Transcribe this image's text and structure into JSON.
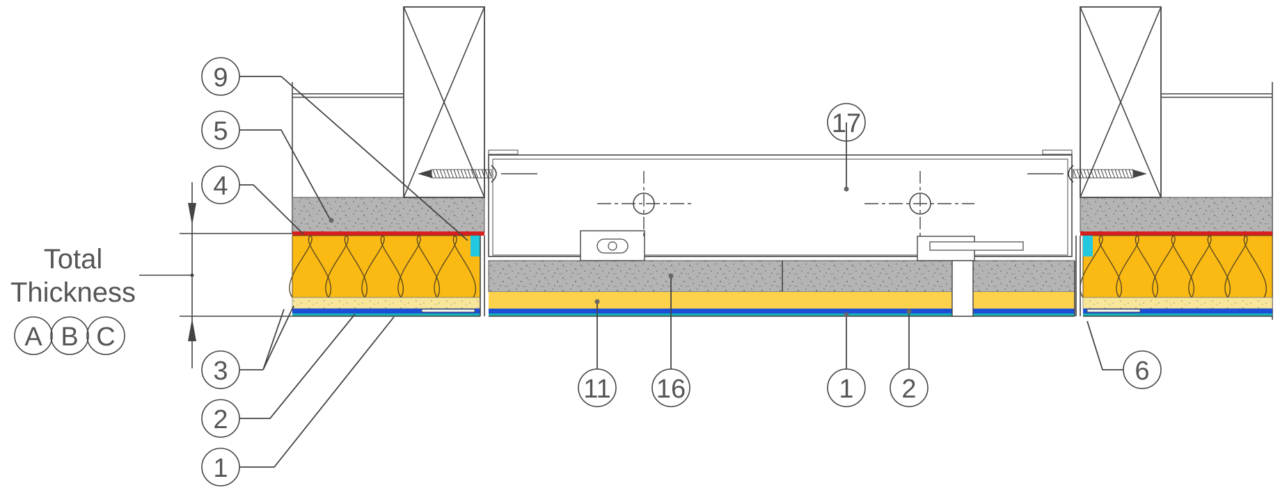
{
  "total_thickness": {
    "line1": "Total",
    "line2": "Thickness",
    "options": [
      "A",
      "B",
      "C"
    ]
  },
  "callouts": {
    "c9": "9",
    "c5": "5",
    "c4": "4",
    "c3": "3",
    "c2_left": "2",
    "c1_left": "1",
    "c17": "17",
    "c11": "11",
    "c16": "16",
    "c1_mid": "1",
    "c2_mid": "2",
    "c6": "6"
  },
  "colors": {
    "insulation": "#fbb914",
    "insulation_line": "#5a4a20",
    "screed": "#b4b4b4",
    "red_membrane": "#d81e1e",
    "cyan_edge": "#22c8e0",
    "yellow_layer": "#f8e79a",
    "orange_layer": "#fcd14c",
    "blue_layer": "#1d4fd6",
    "teal_layer": "#18b4b4",
    "line": "#444444"
  }
}
